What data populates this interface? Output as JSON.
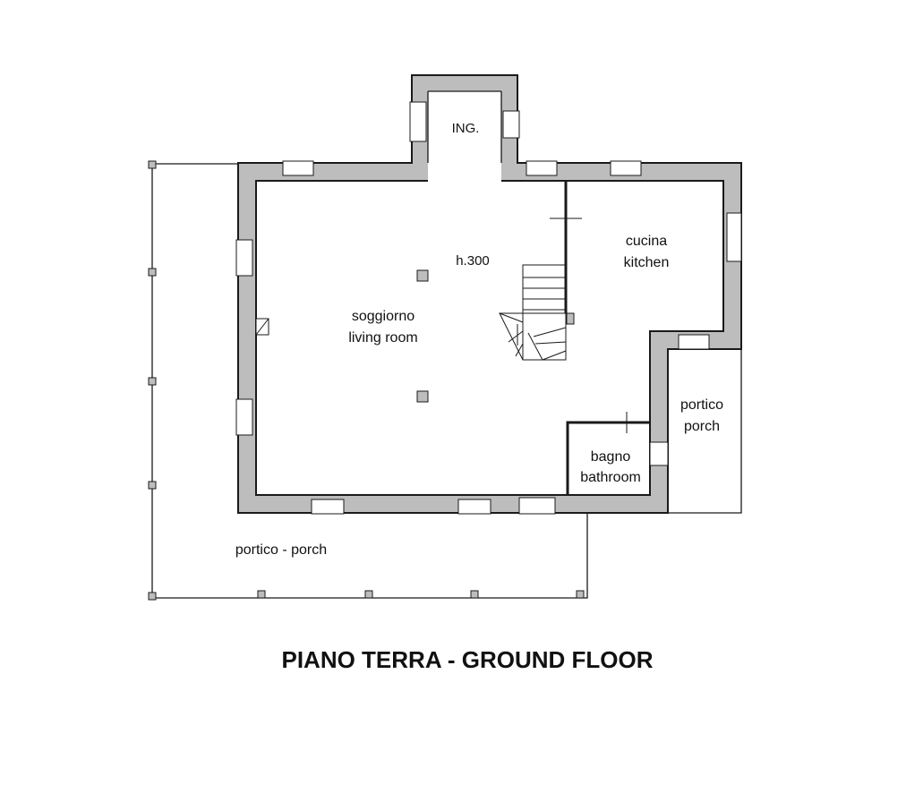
{
  "title": "PIANO TERRA - GROUND FLOOR",
  "rooms": {
    "entrance": "ING.",
    "height": "h.300",
    "living_it": "soggiorno",
    "living_en": "living room",
    "kitchen_it": "cucina",
    "kitchen_en": "kitchen",
    "porch_side_it": "portico",
    "porch_side_en": "porch",
    "bath_it": "bagno",
    "bath_en": "bathroom",
    "porch_main": "portico - porch"
  },
  "colors": {
    "wall_fill": "#bdbdbd",
    "line": "#1a1a1a",
    "background": "#ffffff"
  }
}
